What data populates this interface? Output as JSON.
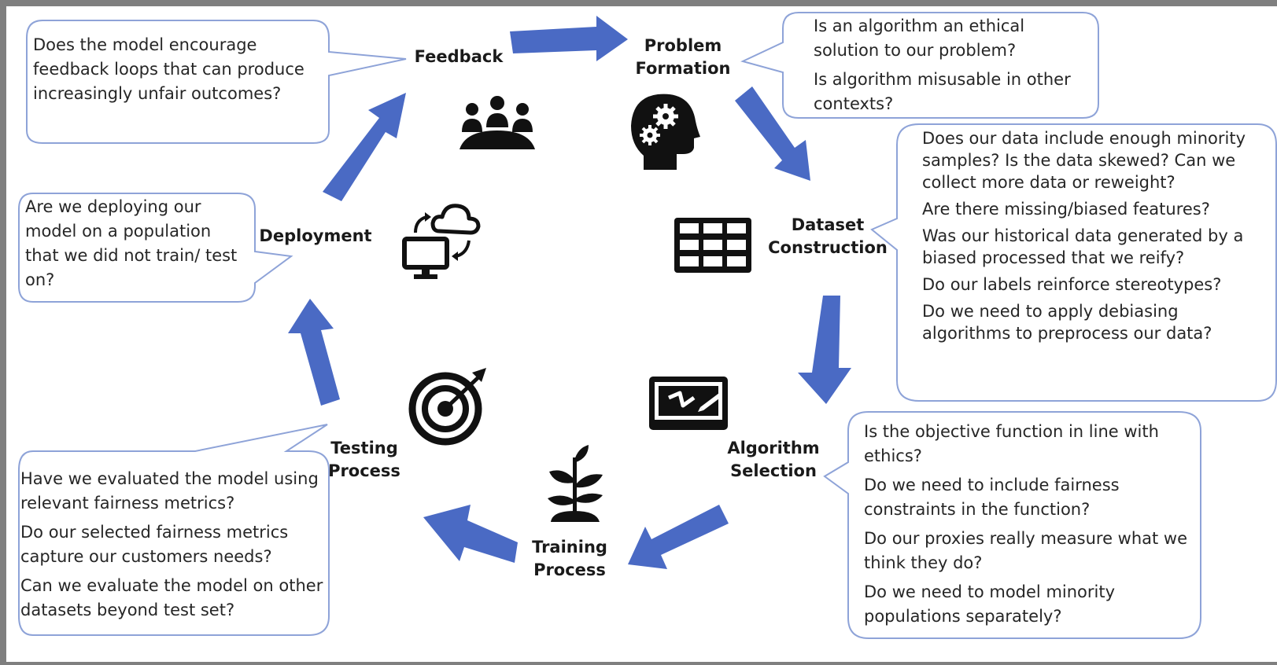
{
  "colors": {
    "arrow": "#4a6ac4",
    "bubble_border": "#8ea3d8",
    "icon": "#111111"
  },
  "stages": {
    "feedback": "Feedback",
    "problem": "Problem\nFormation",
    "dataset": "Dataset\nConstruction",
    "algorithm": "Algorithm\nSelection",
    "training": "Training\nProcess",
    "testing": "Testing\nProcess",
    "deployment": "Deployment"
  },
  "icons": {
    "feedback": "people-meeting-icon",
    "problem": "head-gears-icon",
    "dataset": "table-grid-icon",
    "algorithm": "whiteboard-chart-icon",
    "training": "sprout-plant-icon",
    "testing": "target-icon",
    "deployment": "cloud-computer-icon"
  },
  "bubbles": {
    "feedback": [
      "Does the model encourage feedback loops that can produce increasingly unfair outcomes?"
    ],
    "problem": [
      "Is an algorithm an ethical solution to our problem?",
      "Is algorithm misusable in other contexts?"
    ],
    "dataset": [
      "Does our data include enough minority samples? Is the data skewed? Can we collect more data or reweight?",
      "Are there missing/biased features?",
      "Was our historical data generated by a biased processed that we reify?",
      "Do our labels reinforce stereotypes?",
      "Do we need to apply debiasing algorithms to preprocess our data?"
    ],
    "algorithm": [
      "Is the objective function in line with ethics?",
      "Do we need to include fairness constraints in the function?",
      "Do our proxies really measure what we think they do?",
      "Do we need to model minority populations separately?"
    ],
    "testing": [
      "Have we evaluated the model using relevant fairness metrics?",
      "Do our selected fairness metrics capture our customers needs?",
      "Can we evaluate the model on other datasets beyond test set?"
    ],
    "deployment": [
      "Are we deploying our model on a population that we did not train/ test on?"
    ]
  }
}
